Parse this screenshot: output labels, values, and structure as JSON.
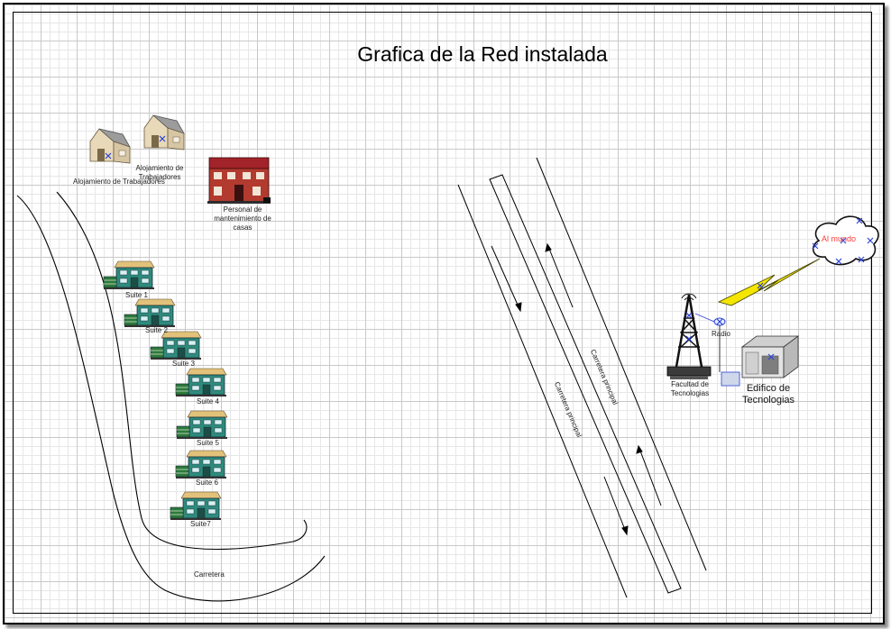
{
  "title": "Grafica de la Red instalada",
  "buildings": {
    "worker_house_1": "Alojamiento de Trabajadores",
    "worker_house_2": "Alojamiento de Trabajadores",
    "maintenance": "Personal de mantenimiento de casas",
    "suites": [
      "Suite 1",
      "Suite 2",
      "Suite 3",
      "Suite 4",
      "Suite 5",
      "Suite 6",
      "Suite7"
    ],
    "faculty": "Facultad de Tecnologias",
    "tech_building": "Edifico de Tecnologias"
  },
  "network": {
    "radio": "Radio",
    "cloud": "Al mundo"
  },
  "roads": {
    "secondary": "Carretera",
    "main_left": "Carretera principal",
    "main_right": "Carretera principal"
  },
  "colors": {
    "grid_major": "#c9c9c9",
    "grid_minor": "#e7e7e7",
    "house_wall": "#e8d9b8",
    "house_roof": "#9c9c9c",
    "suite_wall": "#2f8a7c",
    "suite_roof": "#e2c27a",
    "maintenance_brick": "#a3232a",
    "lightning": "#f4e600",
    "selection_marker": "#2b43d6",
    "cloud_text": "#ff3b3b"
  }
}
